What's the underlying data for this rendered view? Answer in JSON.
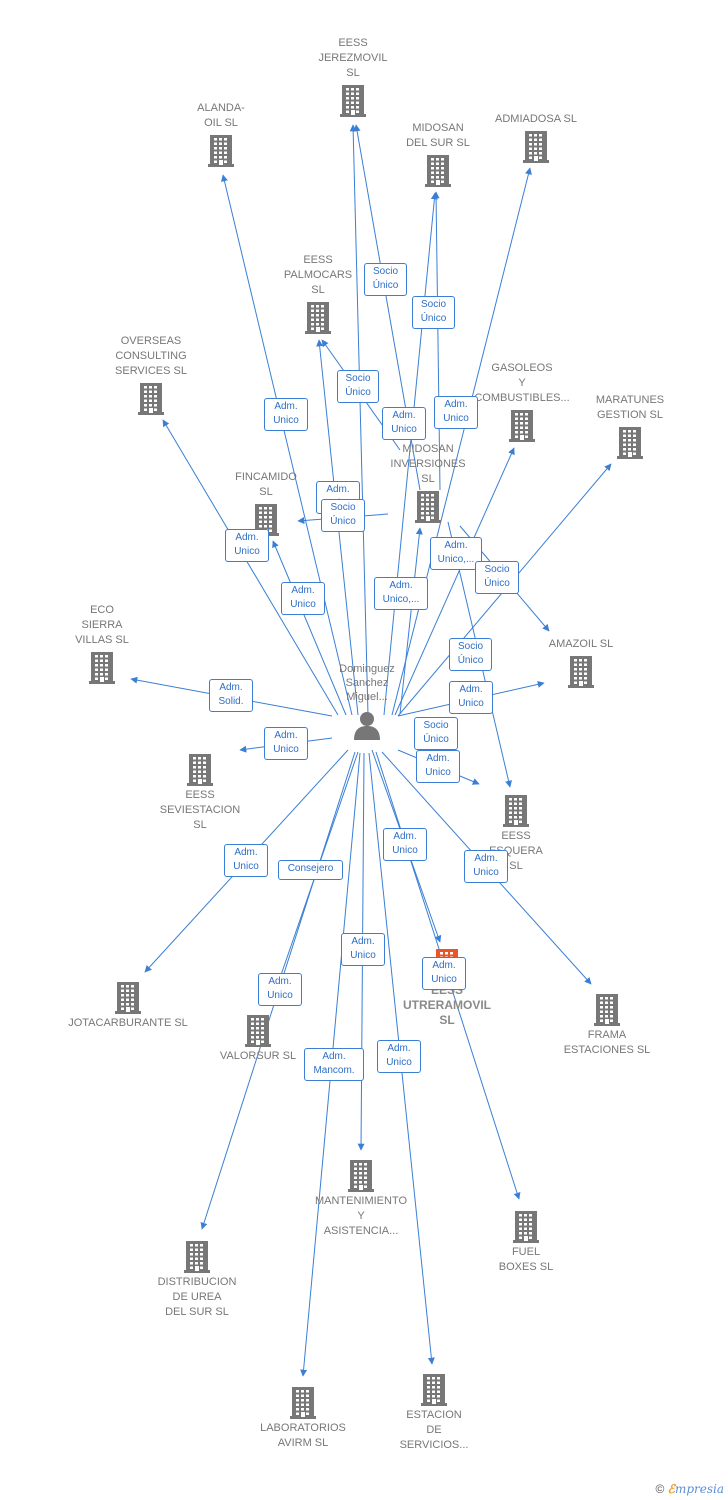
{
  "center": {
    "name": "Dominguez\nSanchez\nMiguel..."
  },
  "companies": [
    {
      "id": "jerez",
      "name": "EESS\nJEREZMOVIL\nSL",
      "label": "above"
    },
    {
      "id": "alanda",
      "name": "ALANDA-\nOIL  SL",
      "label": "above"
    },
    {
      "id": "midosan",
      "name": "MIDOSAN\nDEL SUR   SL",
      "label": "above"
    },
    {
      "id": "admiadosa",
      "name": "ADMIADOSA SL",
      "label": "above"
    },
    {
      "id": "palmocars",
      "name": "EESS\nPALMOCARS\nSL",
      "label": "above"
    },
    {
      "id": "overseas",
      "name": "OVERSEAS\nCONSULTING\nSERVICES  SL",
      "label": "above"
    },
    {
      "id": "gasoleos",
      "name": "GASOLEOS\nY\nCOMBUSTIBLES...",
      "label": "above"
    },
    {
      "id": "maratunes",
      "name": "MARATUNES\nGESTION  SL",
      "label": "above"
    },
    {
      "id": "fincamido",
      "name": "FINCAMIDO\nSL",
      "label": "above"
    },
    {
      "id": "midosaninv",
      "name": "MIDOSAN\nINVERSIONES\nSL",
      "label": "above"
    },
    {
      "id": "eco",
      "name": "ECO\nSIERRA\nVILLAS  SL",
      "label": "above"
    },
    {
      "id": "amazoil",
      "name": "AMAZOIL  SL",
      "label": "above"
    },
    {
      "id": "seviestacion",
      "name": "EESS\nSEVIESTACION\nSL",
      "label": "below"
    },
    {
      "id": "esquera",
      "name": "EESS\nESQUERA\nSL",
      "label": "below"
    },
    {
      "id": "jotacarburante",
      "name": "JOTACARBURANTE SL",
      "label": "below"
    },
    {
      "id": "utrera",
      "name": "EESS\nUTRERAMOVIL\nSL",
      "label": "below",
      "main": true
    },
    {
      "id": "valorsur",
      "name": "VALORSUR  SL",
      "label": "below"
    },
    {
      "id": "frama",
      "name": "FRAMA\nESTACIONES  SL",
      "label": "below"
    },
    {
      "id": "mantenimiento",
      "name": "MANTENIMIENTO\nY\nASISTENCIA...",
      "label": "below"
    },
    {
      "id": "fuel",
      "name": "FUEL\nBOXES  SL",
      "label": "below"
    },
    {
      "id": "distribucion",
      "name": "DISTRIBUCION\nDE UREA\nDEL SUR  SL",
      "label": "below"
    },
    {
      "id": "laboratorios",
      "name": "LABORATORIOS\nAVIRM  SL",
      "label": "below"
    },
    {
      "id": "estacion",
      "name": "ESTACION\nDE\nSERVICIOS...",
      "label": "below"
    }
  ],
  "edge_labels": [
    {
      "id": "l1",
      "text": "Socio\nÚnico"
    },
    {
      "id": "l2",
      "text": "Socio\nÚnico"
    },
    {
      "id": "l3",
      "text": "Socio\nÚnico"
    },
    {
      "id": "l4",
      "text": "Adm.\nUnico"
    },
    {
      "id": "l5",
      "text": "Adm.\nUnico"
    },
    {
      "id": "l6",
      "text": "Adm.\nUnico"
    },
    {
      "id": "l7",
      "text": "Adm.\nUnico"
    },
    {
      "id": "l8",
      "text": "Socio\nÚnico"
    },
    {
      "id": "l9",
      "text": "Adm.\nUnico"
    },
    {
      "id": "l10",
      "text": "Adm.\nUnico,..."
    },
    {
      "id": "l11",
      "text": "Adm.\nUnico"
    },
    {
      "id": "l12",
      "text": "Adm.\nUnico,..."
    },
    {
      "id": "l13",
      "text": "Socio\nÚnico"
    },
    {
      "id": "l14",
      "text": "Socio\nÚnico"
    },
    {
      "id": "l15",
      "text": "Adm.\nUnico"
    },
    {
      "id": "l16",
      "text": "Adm.\nSolid."
    },
    {
      "id": "l17",
      "text": "Adm.\nUnico"
    },
    {
      "id": "l18",
      "text": "Socio\nÚnico"
    },
    {
      "id": "l19",
      "text": "Adm.\nUnico"
    },
    {
      "id": "l20",
      "text": "Adm.\nUnico"
    },
    {
      "id": "l21",
      "text": "Adm.\nUnico"
    },
    {
      "id": "l22",
      "text": "Adm.\nUnico"
    },
    {
      "id": "l23",
      "text": "Consejero"
    },
    {
      "id": "l24",
      "text": "Adm.\nUnico"
    },
    {
      "id": "l25",
      "text": "Adm.\nUnico"
    },
    {
      "id": "l26",
      "text": "Adm.\nUnico"
    },
    {
      "id": "l27",
      "text": "Adm.\nMancom."
    },
    {
      "id": "l28",
      "text": "Adm.\nUnico"
    }
  ],
  "colors": {
    "edge": "#3a7fd5",
    "building": "#777777",
    "main_building": "#e8562a",
    "person": "#777777"
  },
  "footer": {
    "copyright": "©",
    "brand_e": "ℰ",
    "brand_rest": "mpresia"
  }
}
